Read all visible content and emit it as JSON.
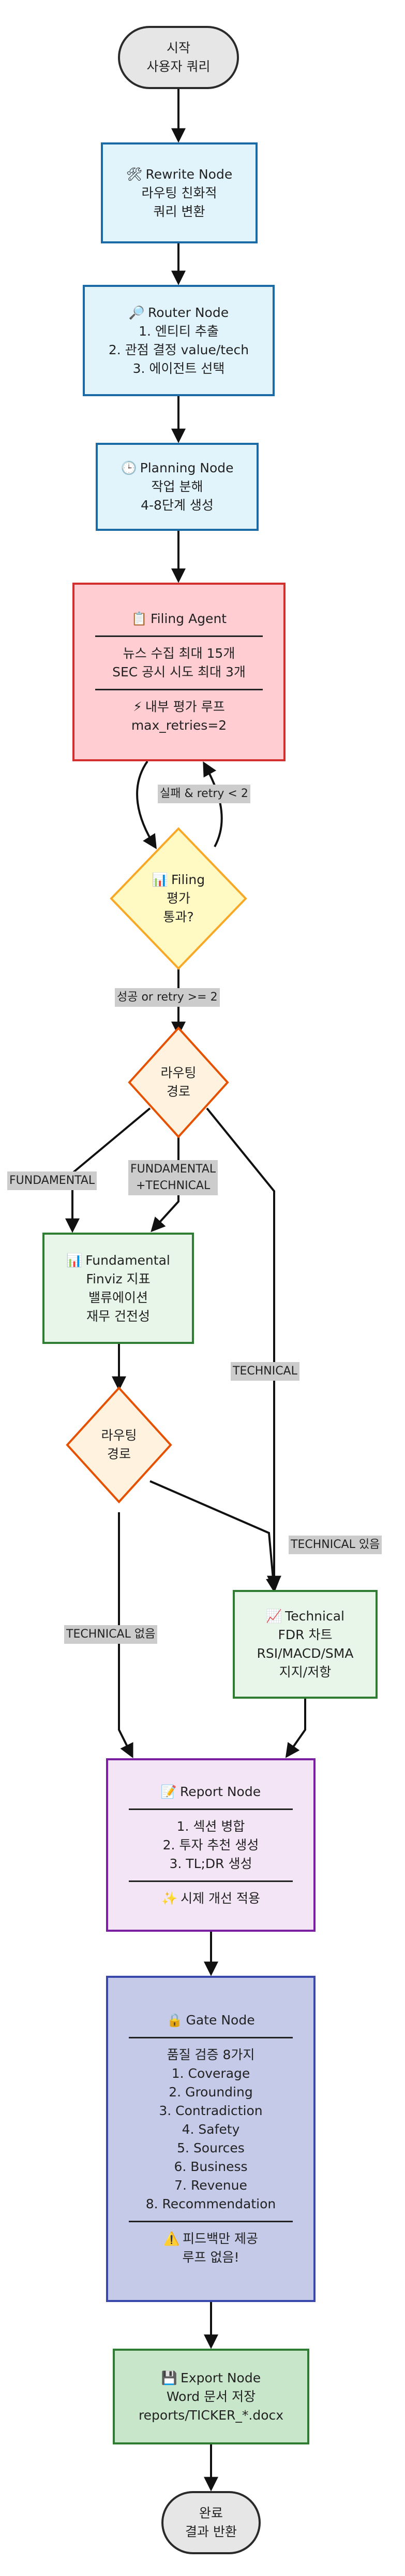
{
  "nodes": {
    "start": {
      "lines": [
        "시작",
        "사용자 쿼리"
      ]
    },
    "rewrite": {
      "icon": "🛠",
      "title": "Rewrite Node",
      "lines": [
        "라우팅 친화적",
        "쿼리 변환"
      ]
    },
    "router": {
      "icon": "🔎",
      "title": "Router Node",
      "lines": [
        "1. 엔티티 추출",
        "2. 관점 결정 value/tech",
        "3. 에이전트 선택"
      ]
    },
    "planning": {
      "icon": "🕒",
      "title": "Planning Node",
      "lines": [
        "작업 분해",
        "4-8단계 생성"
      ]
    },
    "filing": {
      "icon": "📋",
      "title": "Filing Agent",
      "lines": [
        "뉴스 수집 최대 15개",
        "SEC 공시 시도 최대 3개"
      ],
      "loop_icon": "⚡",
      "loop_line": "내부 평가 루프",
      "loop_line2": "max_retries=2"
    },
    "filing_eval": {
      "icon": "📊",
      "title": "Filing",
      "lines": [
        "평가",
        "통과?"
      ]
    },
    "route1": {
      "lines": [
        "라우팅",
        "경로"
      ]
    },
    "fundamental": {
      "icon": "📊",
      "title": "Fundamental",
      "lines": [
        "Finviz 지표",
        "밸류에이션",
        "재무 건전성"
      ]
    },
    "route2": {
      "lines": [
        "라우팅",
        "경로"
      ]
    },
    "technical": {
      "icon": "📈",
      "title": "Technical",
      "lines": [
        "FDR 차트",
        "RSI/MACD/SMA",
        "지지/저항"
      ]
    },
    "report": {
      "icon": "📝",
      "title": "Report Node",
      "lines": [
        "1. 섹션 병합",
        "2. 투자 추천 생성",
        "3. TL;DR 생성"
      ],
      "footer_icon": "✨",
      "footer": "시제 개선 적용"
    },
    "gate": {
      "icon": "🔒",
      "title": "Gate Node",
      "lines": [
        "품질 검증 8가지",
        "1. Coverage",
        "2. Grounding",
        "3. Contradiction",
        "4. Safety",
        "5. Sources",
        "6. Business",
        "7. Revenue",
        "8. Recommendation"
      ],
      "footer_icon": "⚠️",
      "footer_lines": [
        "피드백만 제공",
        "루프 없음!"
      ]
    },
    "export": {
      "icon": "💾",
      "title": "Export Node",
      "lines": [
        "Word 문서 저장",
        "reports/TICKER_*.docx"
      ]
    },
    "end": {
      "lines": [
        "완료",
        "결과 반환"
      ]
    }
  },
  "edge_labels": {
    "retry": "실패 & retry < 2",
    "pass": "성공 or retry >= 2",
    "fundamental_only": "FUNDAMENTAL",
    "fundamental_tech": [
      "FUNDAMENTAL",
      "+TECHNICAL"
    ],
    "technical_only": "TECHNICAL",
    "technical_yes": "TECHNICAL 있음",
    "technical_no": "TECHNICAL 없음"
  },
  "colors": {
    "terminal_fill": "#e6e6e6",
    "blue_fill": "#e1f4fc",
    "blue_stroke": "#1a6aa6",
    "red_fill": "#ffcdd2",
    "red_stroke": "#d32f2f",
    "diamond_yellow_fill": "#fff9c4",
    "diamond_yellow_stroke": "#f9a825",
    "diamond_orange_fill": "#fff3e0",
    "diamond_orange_stroke": "#e65100",
    "green_fill": "#e8f5e9",
    "green_stroke": "#2e7d32",
    "purple_fill": "#f3e5f5",
    "purple_stroke": "#7b1fa2",
    "indigo_fill": "#c5cae9",
    "indigo_stroke": "#3949ab",
    "export_fill": "#c8e6c9"
  }
}
